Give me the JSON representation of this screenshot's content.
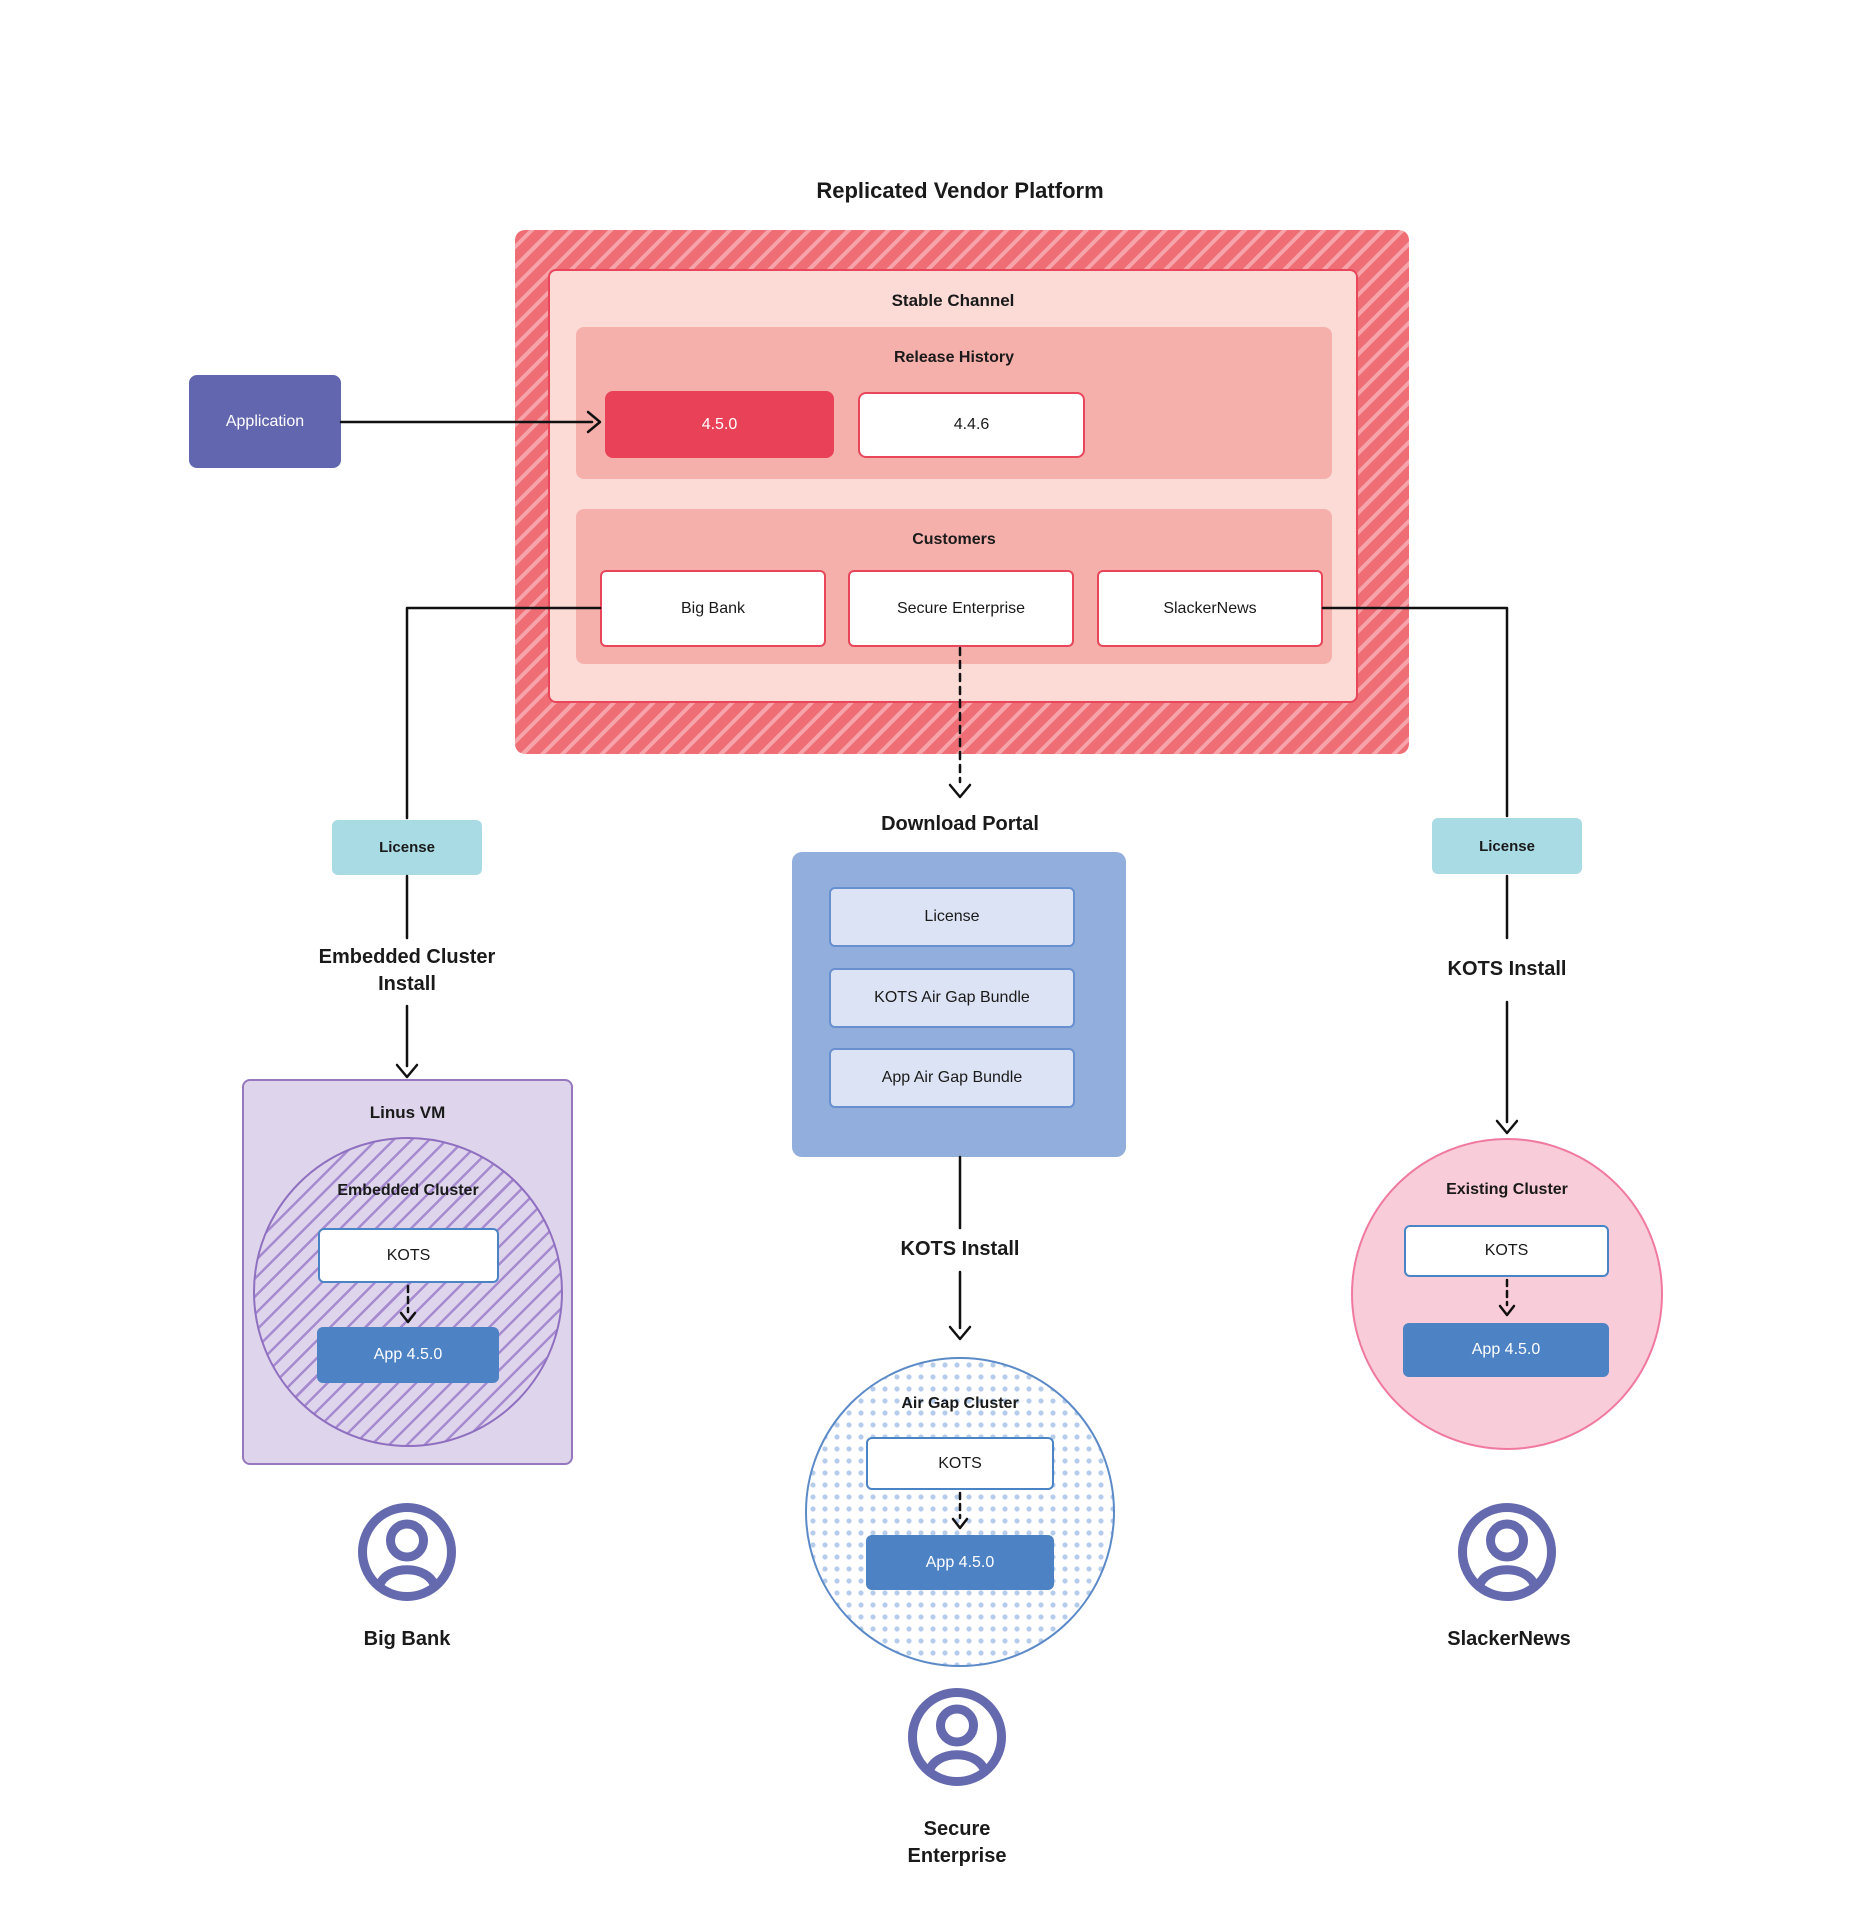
{
  "title": "Replicated Vendor Platform",
  "application": {
    "label": "Application"
  },
  "platform": {
    "stable_channel": "Stable Channel",
    "release_history": {
      "title": "Release History",
      "releases": [
        {
          "version": "4.5.0",
          "highlight": true
        },
        {
          "version": "4.4.6",
          "highlight": false
        }
      ]
    },
    "customers": {
      "title": "Customers",
      "items": [
        {
          "name": "Big Bank"
        },
        {
          "name": "Secure Enterprise"
        },
        {
          "name": "SlackerNews"
        }
      ]
    }
  },
  "left_flow": {
    "license": "License",
    "install": "Embedded Cluster\nInstall",
    "vm": "Linus VM",
    "cluster": "Embedded Cluster",
    "kots": "KOTS",
    "app": "App 4.5.0",
    "user": "Big Bank"
  },
  "middle_flow": {
    "portal_title": "Download Portal",
    "portal_items": [
      {
        "label": "License"
      },
      {
        "label": "KOTS Air Gap Bundle"
      },
      {
        "label": "App Air Gap Bundle"
      }
    ],
    "install": "KOTS Install",
    "cluster": "Air Gap Cluster",
    "kots": "KOTS",
    "app": "App 4.5.0",
    "user": "Secure\nEnterprise"
  },
  "right_flow": {
    "license": "License",
    "install": "KOTS Install",
    "cluster": "Existing Cluster",
    "kots": "KOTS",
    "app": "App 4.5.0",
    "user": "SlackerNews"
  },
  "colors": {
    "platform_border_red": "#e8465a",
    "release_highlight": "#e84158",
    "salmon_panel": "#f6b0ab",
    "light_pink_panel": "#fcdad6",
    "application_purple": "#6266ae",
    "license_teal": "#a9dbe4",
    "portal_blue": "#92aedd",
    "kots_border_blue": "#4b84c4",
    "app_blue": "#4d82c4",
    "vm_lavender": "#ded5ec",
    "vm_border_purple": "#9477bd",
    "existing_cluster_pink": "#f8ccd8",
    "existing_cluster_border": "#f0799f",
    "user_icon_indigo": "#6569ae"
  }
}
